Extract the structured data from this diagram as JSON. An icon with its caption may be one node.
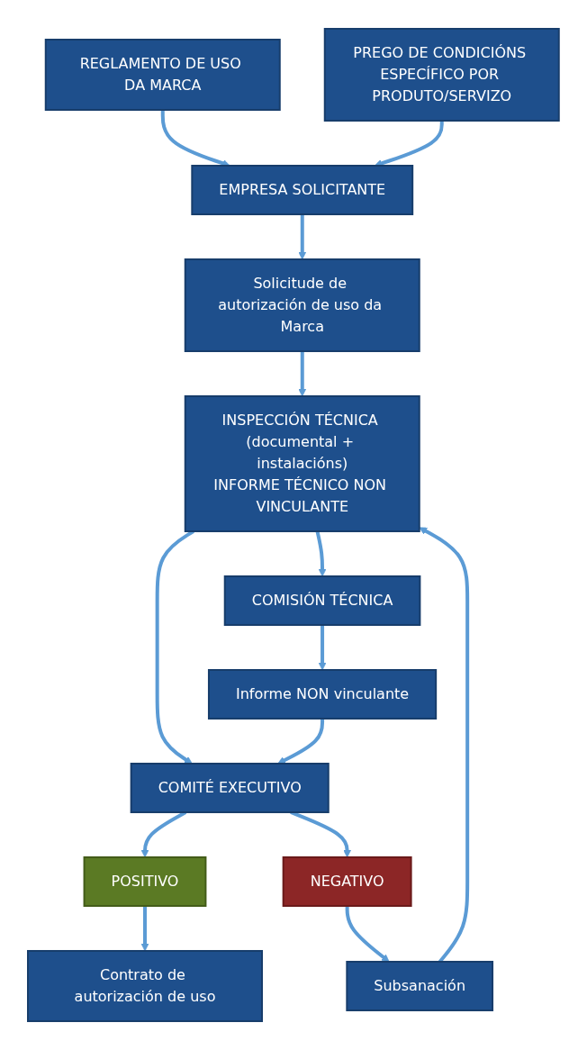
{
  "diagram": {
    "nodes": [
      {
        "text": [
          "REGLAMENTO DE USO DA MARCA"
        ]
      },
      {
        "text": [
          "PREGO DE CONDICIÓNS ESPECÍFICO POR PRODUTO/SERVIZO"
        ]
      },
      {
        "text": [
          "EMPRESA SOLICITANTE"
        ]
      },
      {
        "text": [
          "Solicitude de autorización de uso da Marca"
        ]
      },
      {
        "text": [
          "INSPECCIÓN TÉCNICA (documental + instalacións)",
          "INFORME TÉCNICO NON VINCULANTE"
        ]
      },
      {
        "text": [
          "COMISIÓN TÉCNICA"
        ]
      },
      {
        "text": [
          "COMITÉ EXECUTIVO"
        ]
      },
      {
        "text": [
          "Informe NON vinculante"
        ]
      },
      {
        "text": [
          "POSITIVO"
        ]
      },
      {
        "text": [
          "NEGATIVO"
        ]
      },
      {
        "text": [
          "Contrato de autorización de uso"
        ]
      },
      {
        "text": [
          "Subsanación"
        ]
      }
    ],
    "edges": [
      {
        "from": 0,
        "to": 2,
        "arrow": "to"
      },
      {
        "from": 1,
        "to": 2,
        "arrow": "to"
      },
      {
        "from": 2,
        "to": 3,
        "arrow": "to"
      },
      {
        "from": 3,
        "to": 4,
        "arrow": "to"
      },
      {
        "from": 4,
        "to": 5,
        "arrow": "to"
      },
      {
        "from": 4,
        "to": 6,
        "arrow": "to"
      },
      {
        "from": 5,
        "to": 7,
        "arrow": "to"
      },
      {
        "from": 7,
        "to": 6,
        "arrow": "to"
      },
      {
        "from": 6,
        "to": 8,
        "arrow": "to"
      },
      {
        "from": 6,
        "to": 9,
        "arrow": "to"
      },
      {
        "from": 8,
        "to": 10,
        "arrow": "to"
      },
      {
        "from": 9,
        "to": 11,
        "arrow": "to"
      },
      {
        "from": 11,
        "to": 4,
        "arrow": "to"
      }
    ]
  }
}
